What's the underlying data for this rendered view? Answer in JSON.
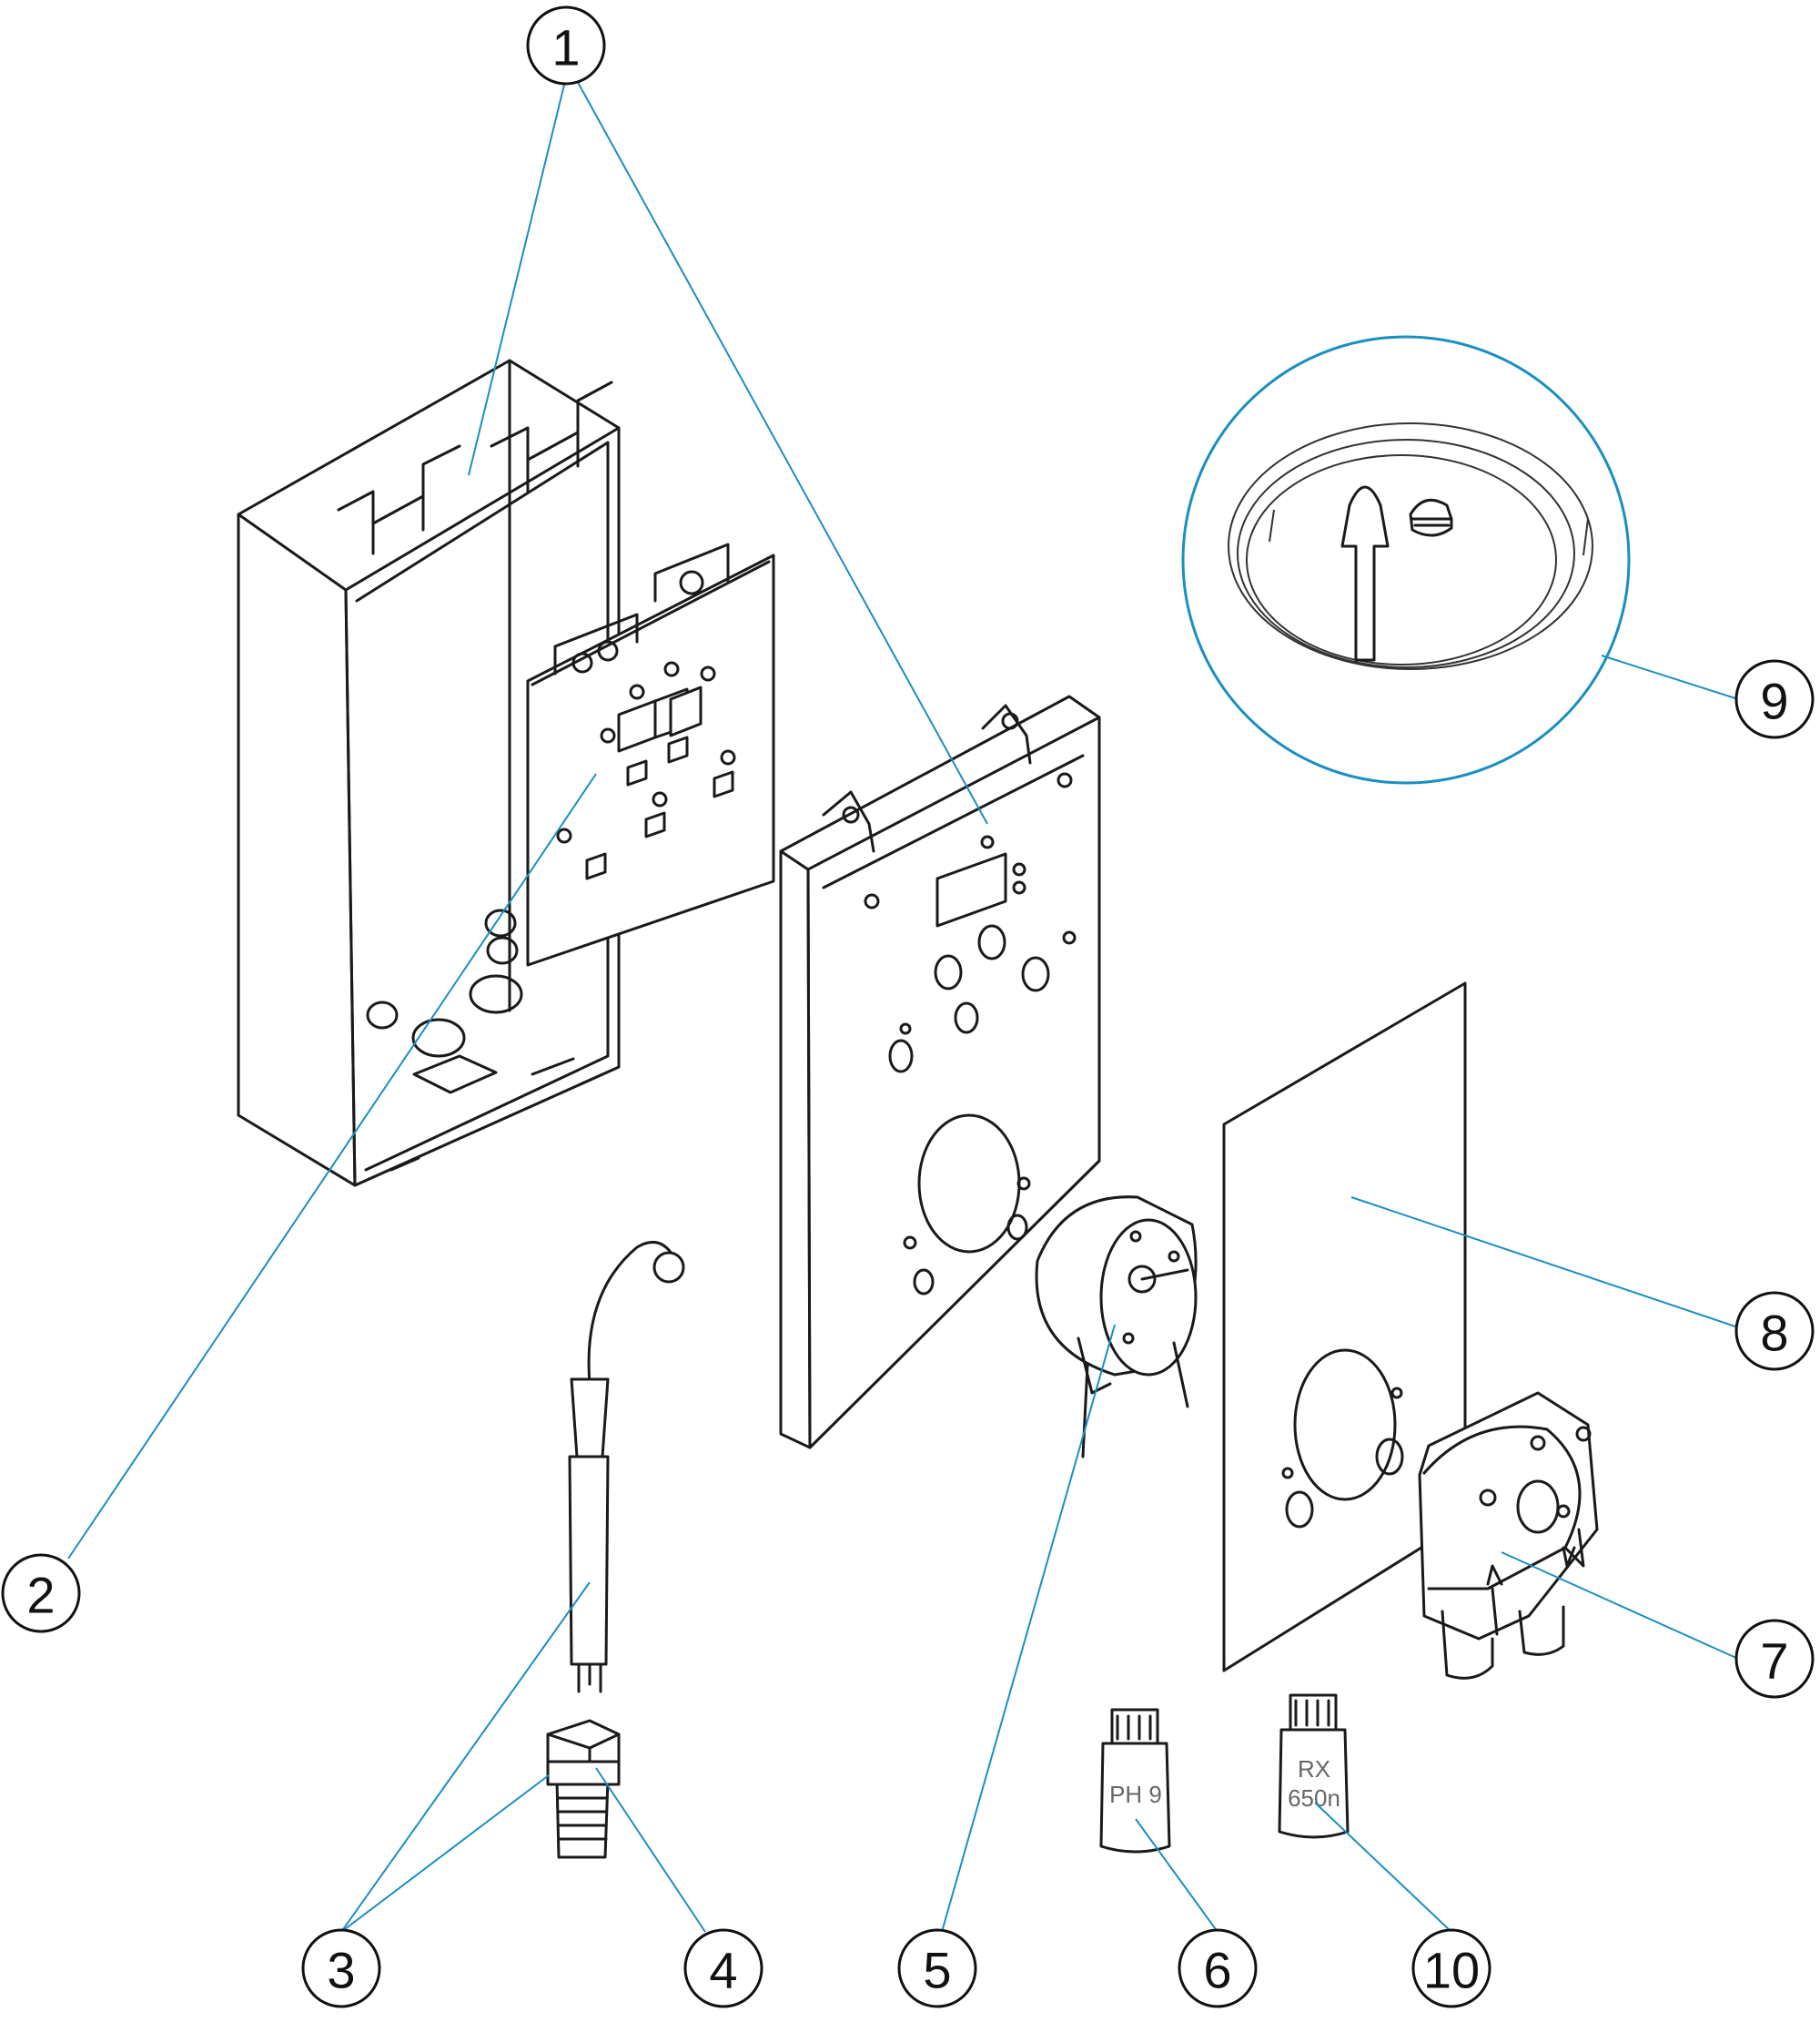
{
  "colors": {
    "leader": "#1a8fc0",
    "detail_circle": "#1a8fc0",
    "line_art": "#1a1a1a"
  },
  "callouts": [
    {
      "id": "1",
      "label": "1"
    },
    {
      "id": "2",
      "label": "2"
    },
    {
      "id": "3",
      "label": "3"
    },
    {
      "id": "4",
      "label": "4"
    },
    {
      "id": "5",
      "label": "5"
    },
    {
      "id": "6",
      "label": "6"
    },
    {
      "id": "7",
      "label": "7"
    },
    {
      "id": "8",
      "label": "8"
    },
    {
      "id": "9",
      "label": "9"
    },
    {
      "id": "10",
      "label": "10"
    }
  ],
  "bottles": {
    "ph": {
      "line1": "PH 9"
    },
    "rx": {
      "line1": "RX",
      "line2": "650n"
    }
  }
}
